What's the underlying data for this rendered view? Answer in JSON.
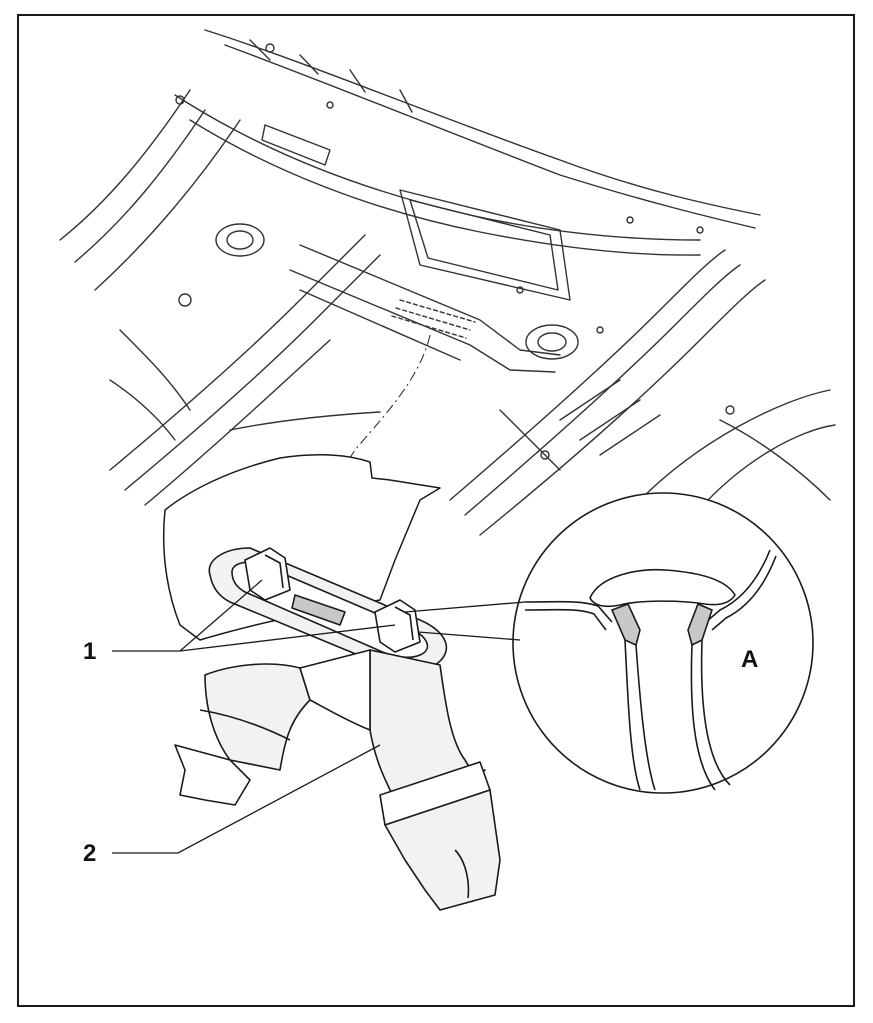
{
  "diagram": {
    "callouts": [
      {
        "id": "callout-1",
        "label": "1"
      },
      {
        "id": "callout-2",
        "label": "2"
      },
      {
        "id": "callout-detail",
        "label": "A"
      }
    ],
    "colors": {
      "line": "#1a1a1a",
      "part_fill": "#f2f2f2",
      "shade": "#c8c8c8"
    }
  }
}
